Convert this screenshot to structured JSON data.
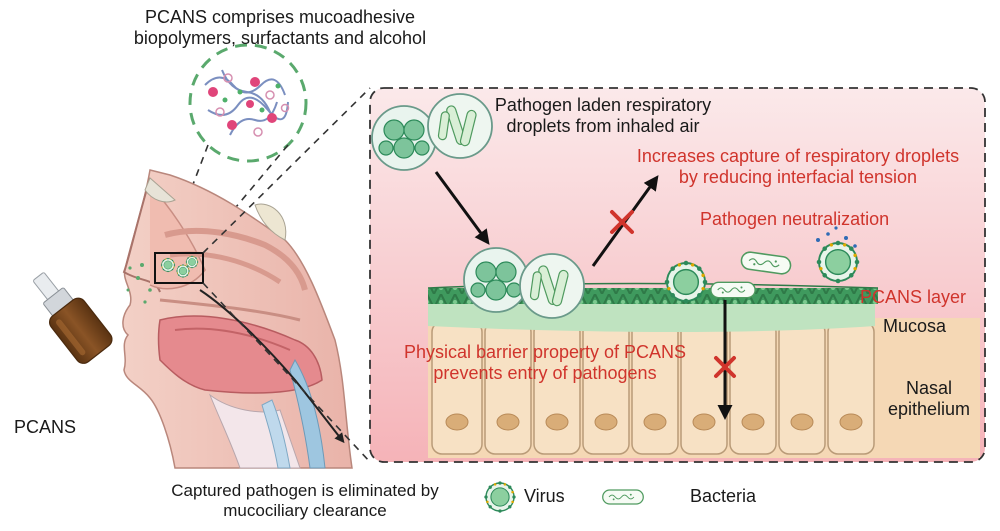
{
  "composition": {
    "line1": "PCANS comprises mucoadhesive",
    "line2": "biopolymers, surfactants and alcohol"
  },
  "droplets": {
    "line1": "Pathogen laden respiratory",
    "line2": "droplets from inhaled air"
  },
  "capture": {
    "line1": "Increases capture of respiratory droplets",
    "line2": "by reducing interfacial tension"
  },
  "neutralization": "Pathogen neutralization",
  "pcans_layer": "PCANS layer",
  "mucosa": "Mucosa",
  "barrier": {
    "line1": "Physical barrier property of PCANS",
    "line2": "prevents entry of pathogens"
  },
  "epithelium": {
    "line1": "Nasal",
    "line2": "epithelium"
  },
  "spray_label": "PCANS",
  "clearance": {
    "line1": "Captured pathogen is eliminated by",
    "line2": "mucociliary clearance"
  },
  "legend": {
    "virus": "Virus",
    "bacteria": "Bacteria"
  },
  "colors": {
    "red_text": "#d0342c",
    "panel_pink": "#f6b8bd",
    "cell_fill": "#f7e1c4",
    "nucleus": "#d9ad78",
    "pcans_green": "#4aa86a",
    "mucosa_green": "#bfe3c0",
    "bottle_brown": "#7c4a1f"
  }
}
